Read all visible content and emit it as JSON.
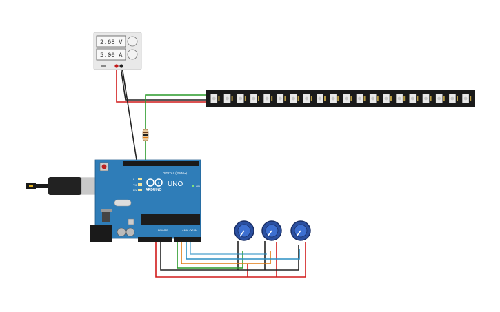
{
  "power_supply": {
    "voltage": "2.68 V",
    "current": "5.00 A"
  },
  "arduino": {
    "brand": "ARDUINO",
    "model": "UNO",
    "header_digital": "DIGITAL (PWM~)",
    "header_power": "POWER",
    "header_analog": "ANALOG IN",
    "led_labels": [
      "L",
      "TX",
      "RX"
    ],
    "on_label": "ON"
  },
  "led_strip": {
    "pixel_count": 20
  },
  "potentiometers": {
    "count": 3
  },
  "wire_colors": {
    "red": "#d11a1a",
    "black": "#222222",
    "green": "#2a9a2a",
    "orange": "#e07a10",
    "blue": "#2a8fc4"
  },
  "board_color": "#2f7db8"
}
